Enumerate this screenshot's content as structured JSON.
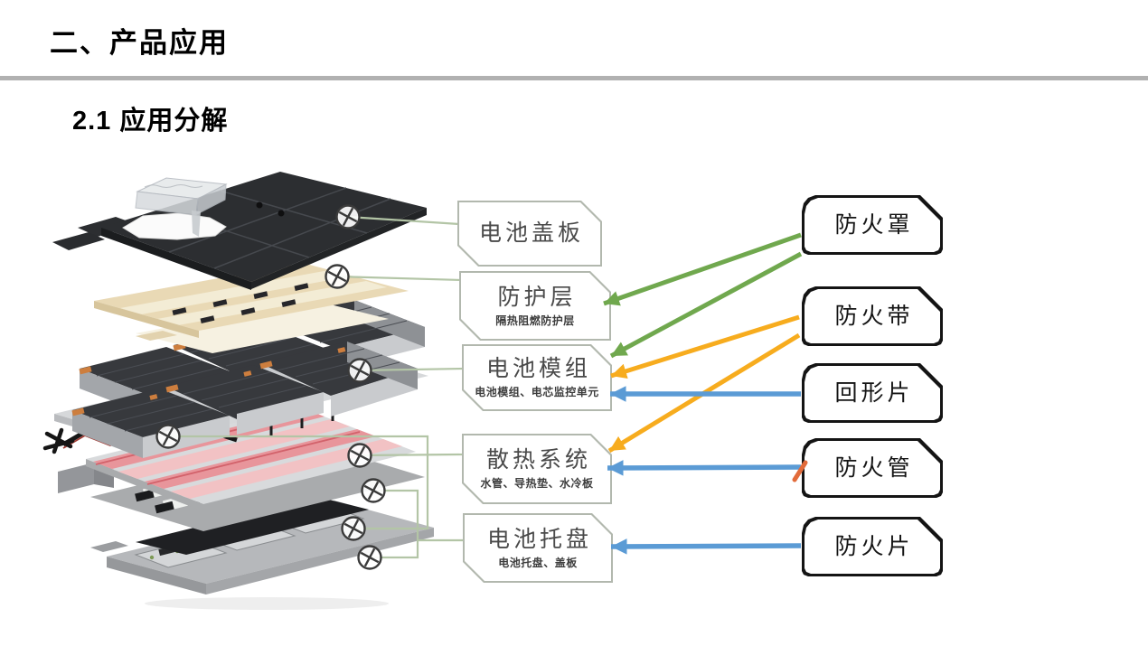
{
  "page": {
    "title": "二、产品应用",
    "subtitle": "2.1 应用分解"
  },
  "component_boxes": [
    {
      "label": "电池盖板",
      "sub": ""
    },
    {
      "label": "防护层",
      "sub": "隔热阻燃防护层"
    },
    {
      "label": "电池模组",
      "sub": "电池模组、电芯监控单元"
    },
    {
      "label": "散热系统",
      "sub": "水管、导热垫、水冷板"
    },
    {
      "label": "电池托盘",
      "sub": "电池托盘、盖板"
    }
  ],
  "product_boxes": [
    {
      "label": "防火罩"
    },
    {
      "label": "防火带"
    },
    {
      "label": "回形片"
    },
    {
      "label": "防火管"
    },
    {
      "label": "防火片"
    }
  ],
  "connections": [
    {
      "from": "防火罩",
      "to": "防护层",
      "color": "green"
    },
    {
      "from": "防火罩",
      "to": "电池模组",
      "color": "green"
    },
    {
      "from": "防火带",
      "to": "电池模组",
      "color": "yellow"
    },
    {
      "from": "防火带",
      "to": "散热系统",
      "color": "yellow"
    },
    {
      "from": "回形片",
      "to": "电池模组",
      "color": "blue"
    },
    {
      "from": "防火管",
      "to": "散热系统",
      "color": "blue"
    },
    {
      "from": "防火片",
      "to": "电池托盘",
      "color": "blue"
    }
  ],
  "colors": {
    "arrow_green": "#70a84e",
    "arrow_yellow": "#f7ac1e",
    "arrow_blue": "#5b9bd5",
    "arrow_orange_fragment": "#e26b3a",
    "connector_line": "#b3c5a6",
    "divider": "#b1b1b1",
    "component_box_border": "#b2b8ae",
    "product_box_border": "#141414"
  },
  "illustration": {
    "description": "电池包爆炸分解渲染图（电池盖板、防护层、电池模组、散热系统、电池托盘各层）"
  }
}
